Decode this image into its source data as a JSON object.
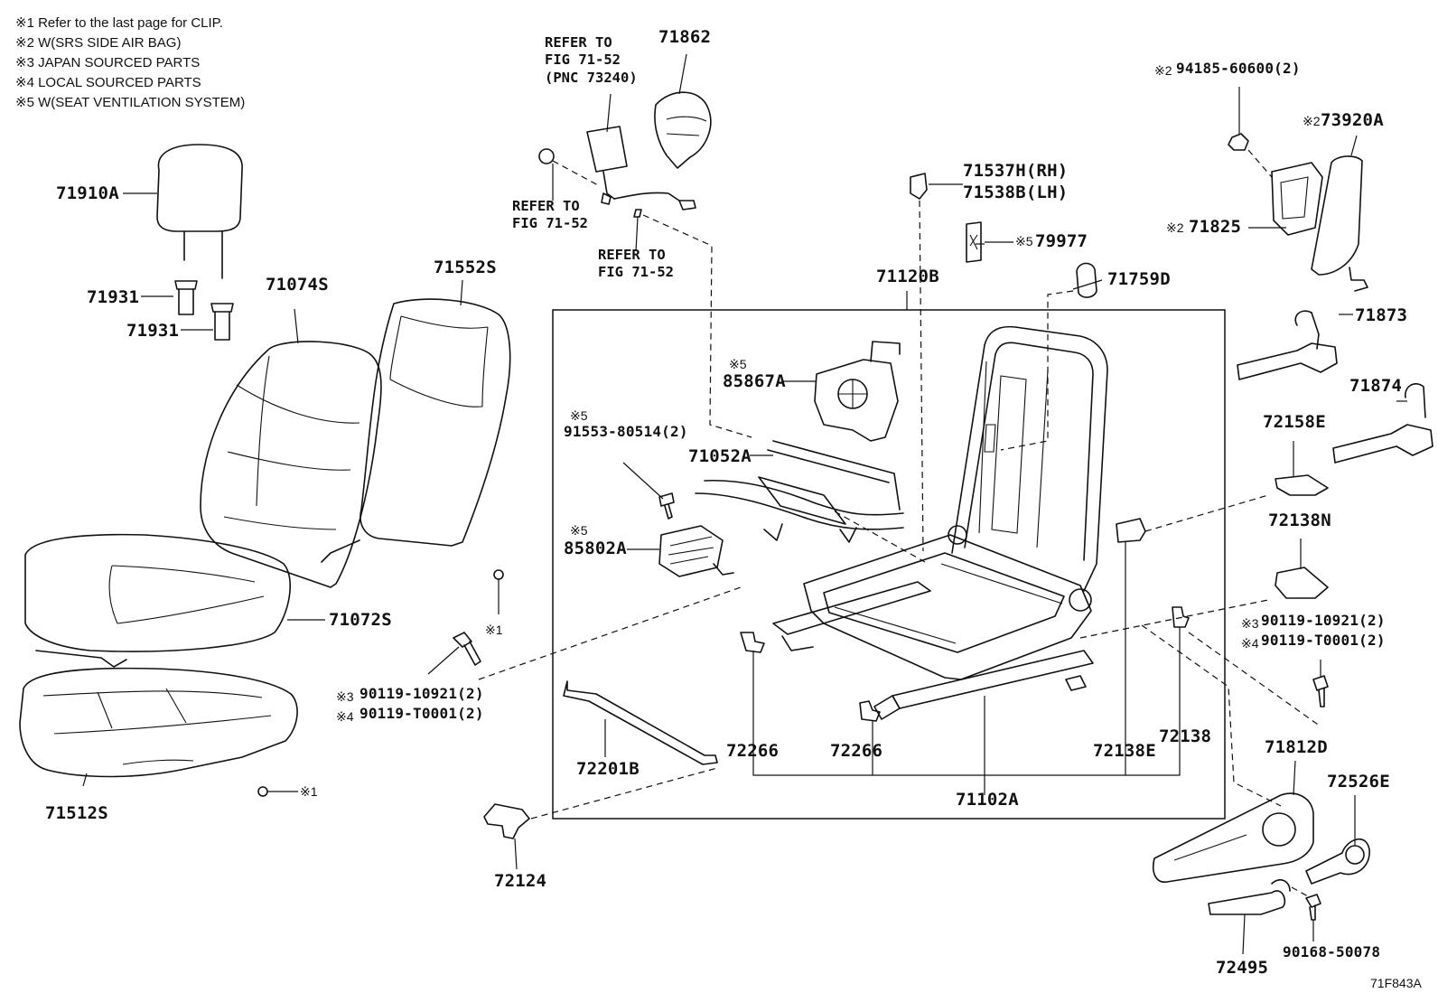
{
  "notes": [
    "※1 Refer to the last page for CLIP.",
    "※2 W(SRS SIDE AIR BAG)",
    "※3 JAPAN SOURCED PARTS",
    "※4 LOCAL SOURCED PARTS",
    "※5 W(SEAT VENTILATION SYSTEM)"
  ],
  "refs": {
    "fig_pnc_l1": "REFER TO",
    "fig_pnc_l2": "FIG 71-52",
    "fig_pnc_l3": "(PNC 73240)",
    "fig_a_l1": "REFER TO",
    "fig_a_l2": "FIG 71-52",
    "fig_b_l1": "REFER TO",
    "fig_b_l2": "FIG 71-52"
  },
  "parts": {
    "p71862": "71862",
    "p71910A": "71910A",
    "p71931a": "71931",
    "p71931b": "71931",
    "p71074S": "71074S",
    "p71552S": "71552S",
    "p71072S": "71072S",
    "p71512S": "71512S",
    "p71537H": "71537H(RH)",
    "p71538B": "71538B(LH)",
    "p79977": "79977",
    "p71120B": "71120B",
    "p71759D": "71759D",
    "p85867A": "85867A",
    "p91553": "91553-80514(2)",
    "p71052A": "71052A",
    "p85802A": "85802A",
    "p90119a": "90119-10921(2)",
    "p90119b": "90119-T0001(2)",
    "p72201B": "72201B",
    "p72266a": "72266",
    "p72266b": "72266",
    "p72138E": "72138E",
    "p72138": "72138",
    "p71102A": "71102A",
    "p72124": "72124",
    "p94185": "94185-60600(2)",
    "p73920A": "73920A",
    "p71825": "71825",
    "p71873": "71873",
    "p71874": "71874",
    "p72158E": "72158E",
    "p72138N": "72138N",
    "p90119c": "90119-10921(2)",
    "p90119d": "90119-T0001(2)",
    "p71812D": "71812D",
    "p72526E": "72526E",
    "p72495": "72495",
    "p90168": "90168-50078"
  },
  "marks": {
    "m1a": "※1",
    "m1b": "※1",
    "m2a": "※2",
    "m2b": "※2",
    "m2c": "※2",
    "m3a": "※3",
    "m3b": "※3",
    "m4a": "※4",
    "m4b": "※4",
    "m5a": "※5",
    "m5b": "※5",
    "m5c": "※5",
    "m5d": "※5"
  },
  "figure_code": "71F843A"
}
